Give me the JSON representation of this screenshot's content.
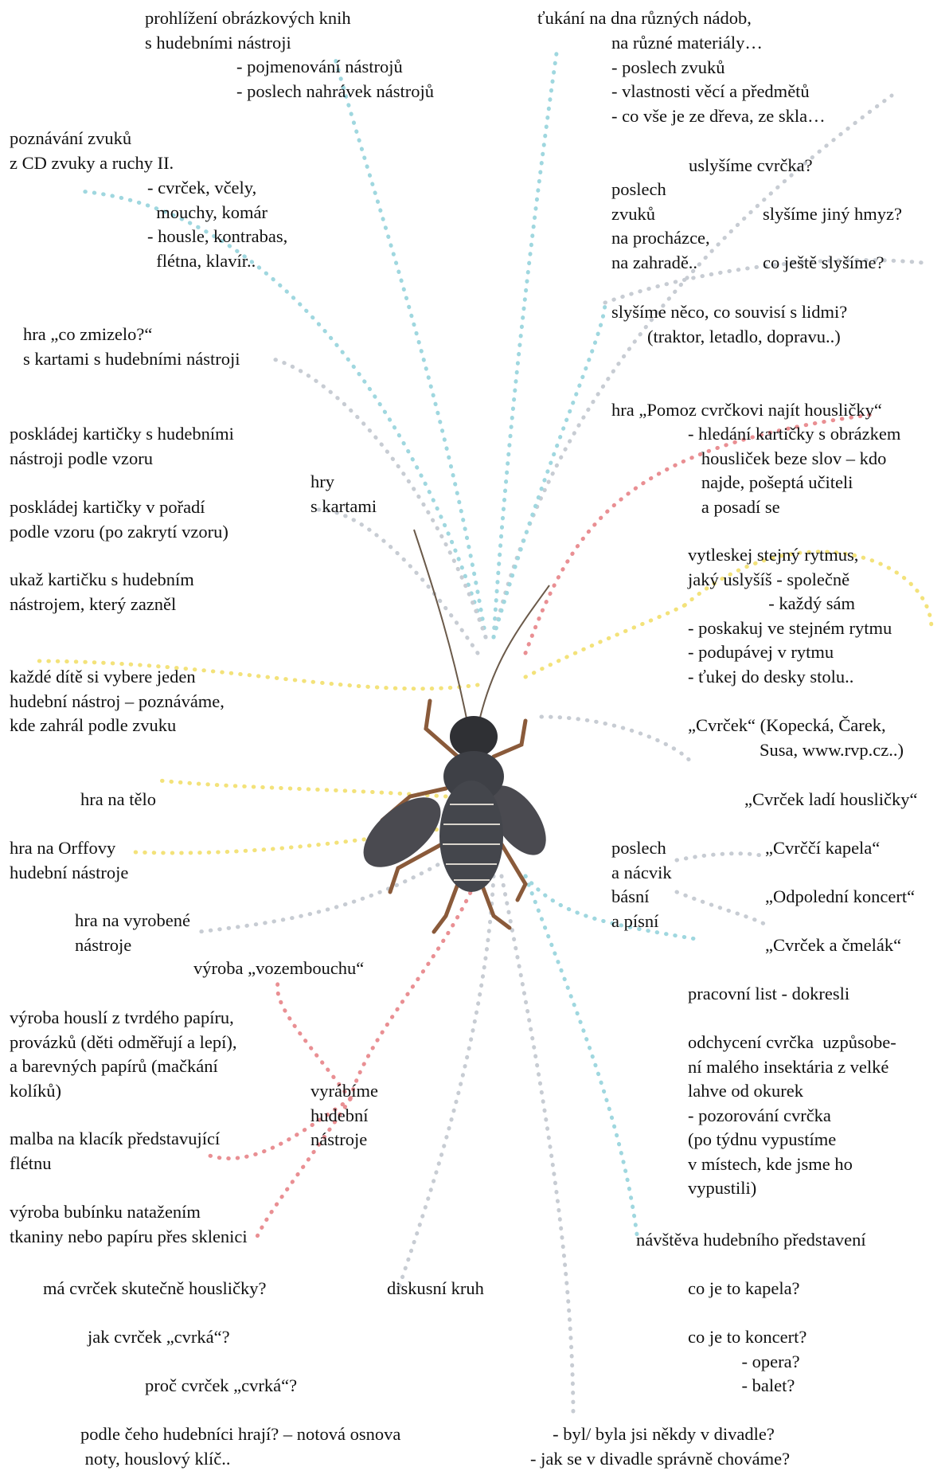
{
  "texts": {
    "tl1": "prohlížení obrázkových knih\ns hudebními nástroji",
    "tl2": "- pojmenování nástrojů\n- poslech nahrávek nástrojů",
    "tl3": "poznávání zvuků\nz CD zvuky a ruchy II.",
    "tl4": "- cvrček, včely,\n  mouchy, komár\n- housle, kontrabas,\n  flétna, klavír..",
    "tl5": "hra „co zmizelo?“\ns kartami s hudebními nástroji",
    "ml1": "poskládej kartičky s hudebními\nnástroji podle vzoru",
    "ml_hry": "hry\ns kartami",
    "ml2": "poskládej kartičky v pořadí\npodle vzoru (po zakrytí vzoru)",
    "ml3": "ukaž kartičku s hudebním\nnástrojem, který zazněl",
    "ml4": "každé dítě si vybere jeden\nhudební nástroj – poznáváme,\nkde zahrál podle zvuku",
    "bl1": "hra na tělo",
    "bl2": "hra na Orffovy\nhudební nástroje",
    "bl3": "hra na vyrobené\nnástroje",
    "bl4": "výroba „vozembouchu“",
    "bl5": "výroba houslí z tvrdého papíru,\nprovázků (děti odměřují a lepí),\na barevných papírů (mačkání\nkolíků)",
    "bl_vyr": "vyrábíme\nhudební\nnástroje",
    "bl6": "malba na klacík představující\nflétnu",
    "bl7": "výroba bubínku natažením\ntkaniny nebo papíru přes sklenici",
    "bb1": "má cvrček skutečně housličky?",
    "bb_dk": "diskusní kruh",
    "bb2": "jak cvrček „cvrká“?",
    "bb3": "proč cvrček „cvrká“?",
    "bb4": "podle čeho hudebníci hrají? – notová osnova\n noty, houslový klíč..",
    "tr1": "ťukání na dna různých nádob,",
    "tr2": "na různé materiály…\n- poslech zvuků\n- vlastnosti věcí a předmětů\n- co vše je ze dřeva, ze skla…",
    "tr3": "uslyšíme cvrčka?",
    "tr4": "poslech\nzvuků\nna procházce,\nna zahradě..",
    "tr5": "slyšíme jiný hmyz?",
    "tr6": "co ještě slyšíme?",
    "tr7": "slyšíme něco, co souvisí s lidmi?\n        (traktor, letadlo, dopravu..)",
    "mr1": "hra „Pomoz cvrčkovi najít housličky“",
    "mr2": "- hledání kartičky s obrázkem\n   housliček beze slov – kdo\n   najde, pošeptá učiteli\n   a posadí se",
    "mr3": "vytleskej stejný rytmus,\njaký uslyšíš - společně\n                  - každý sám\n- poskakuj ve stejném rytmu\n- podupávej v rytmu\n- ťukej do desky stolu..",
    "mr4": "„Cvrček“ (Kopecká, Čarek,\n                Susa, www.rvp.cz..)",
    "mr5": "„Cvrček ladí housličky“",
    "mr_pos": "poslech\na nácvik\nbásní\na písní",
    "mr6": "„Cvrččí kapela“",
    "mr7": "„Odpolední koncert“",
    "mr8": "„Cvrček a čmelák“",
    "br1": "pracovní list - dokresli",
    "br2": "odchycení cvrčka  uzpůsobe-\nní malého insektária z velké\nlahve od okurek\n- pozorování cvrčka\n(po týdnu vypustíme\nv místech, kde jsme ho\nvypustili)",
    "br3": "návštěva hudebního představení",
    "br4": "co je to kapela?",
    "br5": "co je to koncert?\n            - opera?\n            - balet?",
    "br6": "     - byl/ byla jsi někdy v divadle?\n- jak se v divadle správně chováme?"
  },
  "colors": {
    "text": "#111111",
    "dot_cyan": "#9fd7df",
    "dot_yellow": "#f3e27a",
    "dot_red": "#e98f93",
    "dot_grey": "#c7ccd3",
    "cricket_body": "#3e4046",
    "cricket_legs": "#8a5a3a"
  },
  "icons": {
    "center": "cricket-illustration"
  }
}
